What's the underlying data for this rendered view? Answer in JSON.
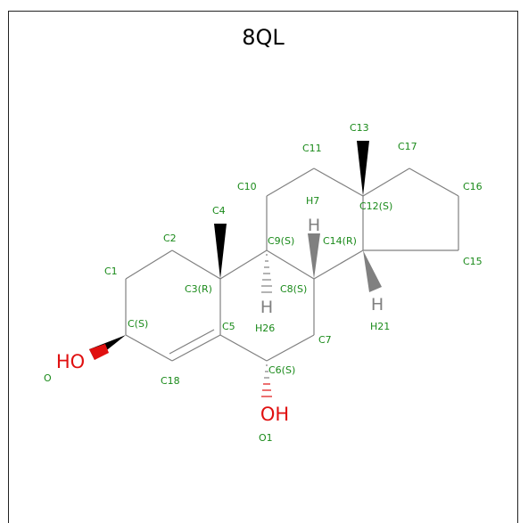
{
  "title": "8QL",
  "atoms": {
    "C1": "C1",
    "C2": "C2",
    "C3": "C3(R)",
    "C4": "C4",
    "C5": "C5",
    "C6": "C6(S)",
    "C7": "C7",
    "C8": "C8(S)",
    "C9": "C9(S)",
    "C10": "C10",
    "C11": "C11",
    "C12": "C12(S)",
    "C13": "C13",
    "C14": "C14(R)",
    "C15": "C15",
    "C16": "C16",
    "C17": "C17",
    "C18": "C18",
    "CS": "C(S)",
    "H7": "H7",
    "H21": "H21",
    "H26": "H26",
    "O": "O",
    "O1": "O1"
  },
  "symbols": {
    "H_top": "H",
    "H_mid": "H",
    "H_right": "H",
    "HO": "HO",
    "OH": "OH"
  },
  "colors": {
    "carbon_label": "#1a8a1a",
    "oxygen": "#e01010",
    "bond": "#808080",
    "wedge": "#000000"
  }
}
